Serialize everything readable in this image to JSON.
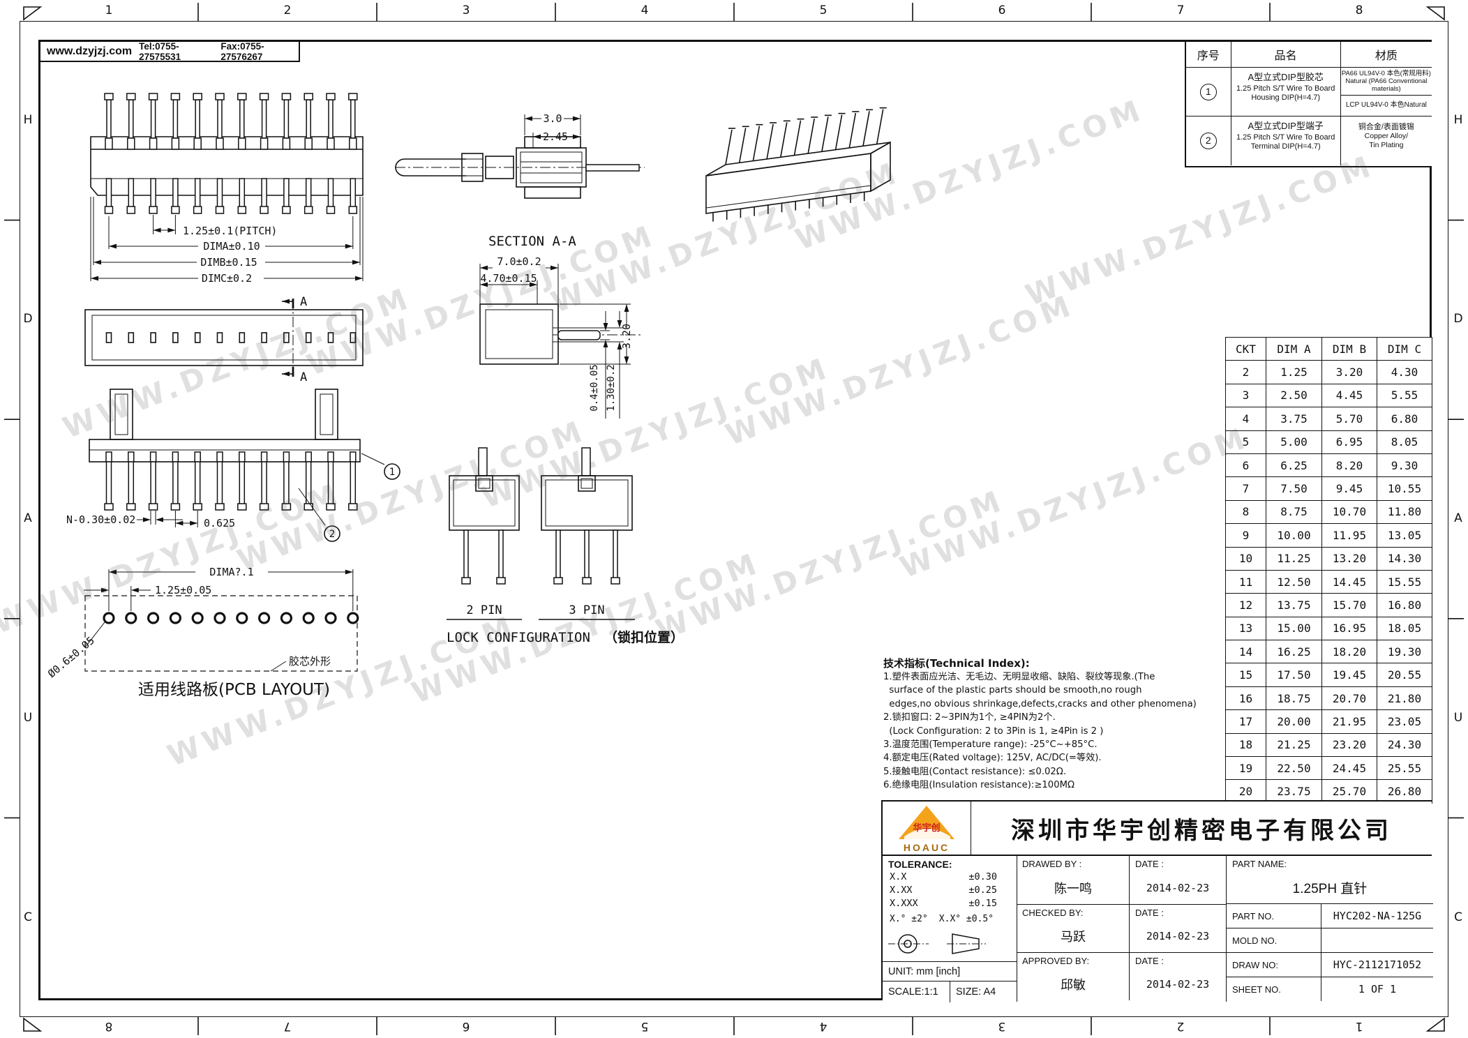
{
  "page": {
    "watermark": "WWW.DZYJZJ.COM"
  },
  "frame": {
    "top_cols": [
      "1",
      "2",
      "3",
      "4",
      "5",
      "6",
      "7",
      "8"
    ],
    "bottom_cols": [
      "8",
      "7",
      "6",
      "5",
      "4",
      "3",
      "2",
      "1"
    ],
    "side_rows": [
      "H",
      "D",
      "A",
      "U",
      "C"
    ]
  },
  "contact": {
    "website": "www.dzyjzj.com",
    "tel": "Tel:0755-27575531",
    "fax": "Fax:0755-27576267"
  },
  "parts_table": {
    "headers": {
      "no": "序号",
      "name": "品名",
      "material": "材质"
    },
    "rows": [
      {
        "no_digit": "1",
        "name_cn": "A型立式DIP型胶芯",
        "name_en": "1.25 Pitch S/T Wire To Board Housing DIP(H=4.7)",
        "material_top_line1": "PA66 UL94V-0 本色(常规用料)",
        "material_top_line2": "Natural (PA66 Conventional materials)",
        "material_bottom": "LCP  UL94V-0 本色Natural"
      },
      {
        "no_digit": "2",
        "name_cn": "A型立式DIP型端子",
        "name_en": "1.25 Pitch S/T Wire To Board Terminal DIP(H=4.7)",
        "material_line1": "铜合金/表面镀锡",
        "material_line2": "Copper Alloy/",
        "material_line3": "Tin Plating"
      }
    ]
  },
  "ckt_table": {
    "headers": [
      "CKT",
      "DIM A",
      "DIM B",
      "DIM C"
    ],
    "rows": [
      [
        "2",
        "1.25",
        "3.20",
        "4.30"
      ],
      [
        "3",
        "2.50",
        "4.45",
        "5.55"
      ],
      [
        "4",
        "3.75",
        "5.70",
        "6.80"
      ],
      [
        "5",
        "5.00",
        "6.95",
        "8.05"
      ],
      [
        "6",
        "6.25",
        "8.20",
        "9.30"
      ],
      [
        "7",
        "7.50",
        "9.45",
        "10.55"
      ],
      [
        "8",
        "8.75",
        "10.70",
        "11.80"
      ],
      [
        "9",
        "10.00",
        "11.95",
        "13.05"
      ],
      [
        "10",
        "11.25",
        "13.20",
        "14.30"
      ],
      [
        "11",
        "12.50",
        "14.45",
        "15.55"
      ],
      [
        "12",
        "13.75",
        "15.70",
        "16.80"
      ],
      [
        "13",
        "15.00",
        "16.95",
        "18.05"
      ],
      [
        "14",
        "16.25",
        "18.20",
        "19.30"
      ],
      [
        "15",
        "17.50",
        "19.45",
        "20.55"
      ],
      [
        "16",
        "18.75",
        "20.70",
        "21.80"
      ],
      [
        "17",
        "20.00",
        "21.95",
        "23.05"
      ],
      [
        "18",
        "21.25",
        "23.20",
        "24.30"
      ],
      [
        "19",
        "22.50",
        "24.45",
        "25.55"
      ],
      [
        "20",
        "23.75",
        "25.70",
        "26.80"
      ]
    ]
  },
  "technical_index": {
    "title": "技术指标(Technical Index):",
    "notes": [
      "1.塑件表面应光洁、无毛边、无明显收缩、缺陷、裂纹等现象.(The",
      "  surface of the plastic parts should be smooth,no rough",
      "  edges,no obvious shrinkage,defects,cracks and other phenomena)",
      "2.锁扣窗口: 2~3PIN为1个, ≥4PIN为2个.",
      "  (Lock Configuration: 2 to 3Pin is 1, ≥4Pin is 2 )",
      "3.温度范围(Temperature range): -25°C~+85°C.",
      "4.额定电压(Rated voltage): 125V, AC/DC(=等效).",
      "5.接触电阻(Contact resistance): ≤0.02Ω.",
      "6.绝缘电阻(Insulation resistance):≥100MΩ"
    ]
  },
  "dims": {
    "pitch": "1.25±0.1(PITCH)",
    "dima": "DIMA±0.10",
    "dimb": "DIMB±0.15",
    "dimc": "DIMC±0.2",
    "section_marker": "A",
    "section_label": "SECTION A-A",
    "d30": "3.0",
    "d245": "2.45",
    "d70": "7.0±0.2",
    "d470": "4.70±0.15",
    "d320": "3.20",
    "d04": "0.4±0.05",
    "d130": "1.30±0.2",
    "n030": "N-0.30±0.02",
    "d0625": "0.625",
    "dima_pcb": "DIMA?.1",
    "d125pcb": "1.25±0.05",
    "dia06": "Ø0.6±0.05",
    "housing_outline": "胶芯外形",
    "pcb_caption": "适用线路板(PCB LAYOUT)",
    "pin2": "2 PIN",
    "pin3": "3 PIN",
    "lock_config": "LOCK CONFIGURATION",
    "lock_cn": "（锁扣位置）"
  },
  "callouts": {
    "c1": "1",
    "c2": "2"
  },
  "title_block": {
    "company": "深圳市华宇创精密电子有限公司",
    "logo_text": "HOAUC",
    "logo_cn": "华宇创",
    "tolerance": {
      "title": "TOLERANCE:",
      "rows": [
        {
          "k": "X.X",
          "v": "±0.30"
        },
        {
          "k": "X.XX",
          "v": "±0.25"
        },
        {
          "k": "X.XXX",
          "v": "±0.15"
        }
      ],
      "angles": [
        {
          "k": "X.°",
          "v": "±2°"
        },
        {
          "k": "X.X°",
          "v": "±0.5°"
        }
      ]
    },
    "unit": "UNIT:  mm  [inch]",
    "scale": "SCALE:1:1",
    "size": "SIZE:  A4",
    "drawn": {
      "label": "DRAWED BY :",
      "name": "陈一鸣",
      "date_label": "DATE :",
      "date": "2014-02-23"
    },
    "checked": {
      "label": "CHECKED BY:",
      "name": "马跃",
      "date_label": "DATE :",
      "date": "2014-02-23"
    },
    "approved": {
      "label": "APPROVED BY:",
      "name": "邱敏",
      "date_label": "DATE :",
      "date": "2014-02-23"
    },
    "part_name": {
      "label": "PART  NAME:",
      "value": "1.25PH 直针"
    },
    "part_no": {
      "label": "PART  NO.",
      "value": "HYC202-NA-125G"
    },
    "mold_no": {
      "label": "MOLD  NO.",
      "value": ""
    },
    "draw_no": {
      "label": "DRAW  NO:",
      "value": "HYC-2112171052"
    },
    "sheet_no": {
      "label": "SHEET NO.",
      "value": "1 OF 1"
    }
  }
}
